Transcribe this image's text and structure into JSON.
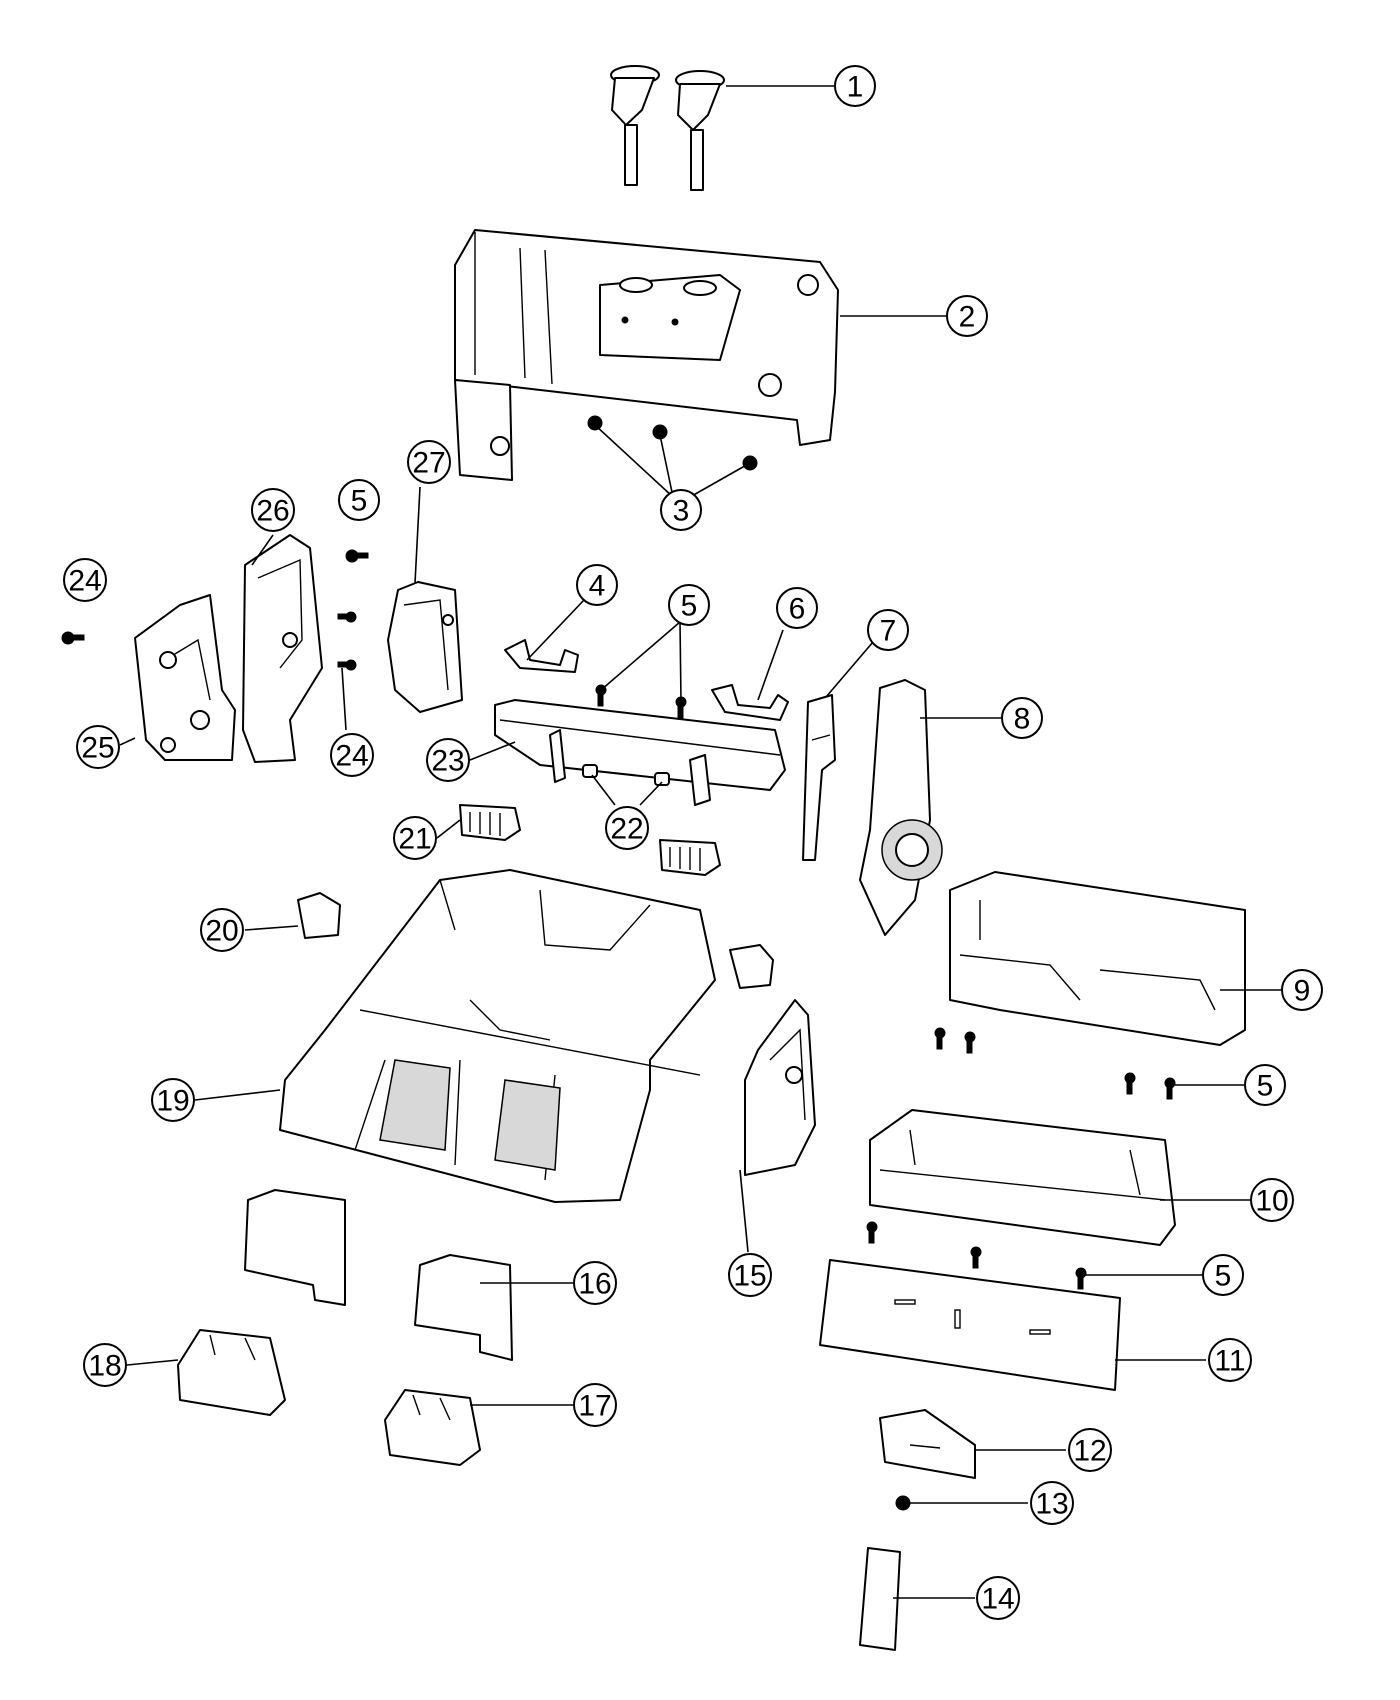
{
  "callouts": [
    {
      "id": "c1",
      "label": "1"
    },
    {
      "id": "c2",
      "label": "2"
    },
    {
      "id": "c3",
      "label": "3"
    },
    {
      "id": "c4",
      "label": "4"
    },
    {
      "id": "c5a",
      "label": "5"
    },
    {
      "id": "c5b",
      "label": "5"
    },
    {
      "id": "c5c",
      "label": "5"
    },
    {
      "id": "c5d",
      "label": "5"
    },
    {
      "id": "c6",
      "label": "6"
    },
    {
      "id": "c7",
      "label": "7"
    },
    {
      "id": "c8",
      "label": "8"
    },
    {
      "id": "c9",
      "label": "9"
    },
    {
      "id": "c10",
      "label": "10"
    },
    {
      "id": "c11",
      "label": "11"
    },
    {
      "id": "c12",
      "label": "12"
    },
    {
      "id": "c13",
      "label": "13"
    },
    {
      "id": "c14",
      "label": "14"
    },
    {
      "id": "c15",
      "label": "15"
    },
    {
      "id": "c16",
      "label": "16"
    },
    {
      "id": "c17",
      "label": "17"
    },
    {
      "id": "c18",
      "label": "18"
    },
    {
      "id": "c19",
      "label": "19"
    },
    {
      "id": "c20",
      "label": "20"
    },
    {
      "id": "c21",
      "label": "21"
    },
    {
      "id": "c22",
      "label": "22"
    },
    {
      "id": "c23",
      "label": "23"
    },
    {
      "id": "c24a",
      "label": "24"
    },
    {
      "id": "c24b",
      "label": "24"
    },
    {
      "id": "c25",
      "label": "25"
    },
    {
      "id": "c26",
      "label": "26"
    },
    {
      "id": "c27",
      "label": "27"
    }
  ]
}
